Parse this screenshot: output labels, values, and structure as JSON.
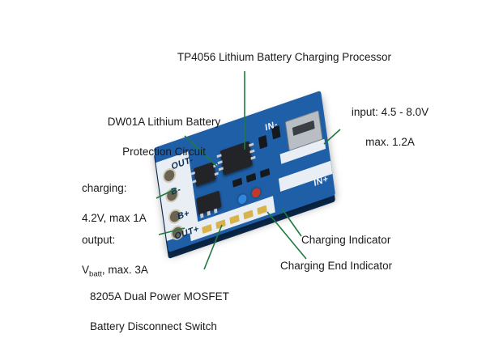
{
  "diagram": {
    "title_subject": "TP4056 lithium battery charging module annotated photo",
    "annotations": [
      {
        "id": "processor",
        "lines": [
          "TP4056 Lithium Battery Charging Processor"
        ],
        "align": "center"
      },
      {
        "id": "protection",
        "lines": [
          "DW01A Lithium Battery",
          "Protection Circuit"
        ],
        "align": "center"
      },
      {
        "id": "input",
        "lines": [
          "input: 4.5 - 8.0V",
          "max. 1.2A"
        ],
        "align": "center"
      },
      {
        "id": "charging",
        "lines": [
          "charging:",
          "4.2V, max 1A"
        ],
        "align": "left"
      },
      {
        "id": "output",
        "lines": [
          "output:",
          "Vbatt, max. 3A"
        ],
        "align": "left"
      },
      {
        "id": "mosfet",
        "lines": [
          "8205A Dual Power MOSFET",
          "Battery Disconnect Switch"
        ],
        "align": "left"
      },
      {
        "id": "charging-indicator",
        "lines": [
          "Charging Indicator"
        ],
        "align": "left"
      },
      {
        "id": "charging-end-indicator",
        "lines": [
          "Charging End Indicator"
        ],
        "align": "left"
      }
    ],
    "output_label": {
      "prefix": "V",
      "subscript": "batt",
      "suffix": ", max. 3A"
    },
    "board_silkscreen": {
      "out_minus": "OUT-",
      "out_plus": "OUT+",
      "b_minus": "B-",
      "b_plus": "B+",
      "in_minus_left": "IN-",
      "in_plus_right": "IN+"
    },
    "colors": {
      "leader_line": "#1f7a3f",
      "text": "#1a1a1a",
      "pcb_blue": "#1f5fa8",
      "pcb_edge": "#0c2e55",
      "silk_white": "#e8eef3",
      "led_red": "#c0392b",
      "led_blue": "#2e86de",
      "background": "#ffffff"
    }
  }
}
